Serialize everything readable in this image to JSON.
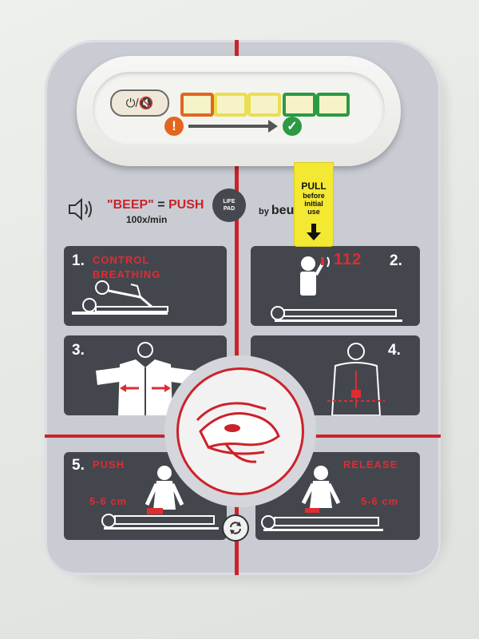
{
  "device": {
    "power_label": "⏻/🔇",
    "led_colors": [
      "#e2661f",
      "#e9df52",
      "#e9df52",
      "#2c9a42",
      "#2c9a42"
    ],
    "status_bad_symbol": "!",
    "status_ok_symbol": "✓"
  },
  "pull_tab": {
    "title": "PULL",
    "line1": "before",
    "line2": "initial",
    "line3": "use"
  },
  "instructions": {
    "beep_text": "\"BEEP\"",
    "equals_text": "=",
    "push_text": "PUSH",
    "rate_text": "100x/min"
  },
  "brand": {
    "logo_line1": "LIFE",
    "logo_line2": "PAD",
    "by_text": "by",
    "name": "beu"
  },
  "steps": [
    {
      "number": "1.",
      "text_line1": "CONTROL",
      "text_line2": "BREATHING"
    },
    {
      "number": "2.",
      "emergency_number": "112"
    },
    {
      "number": "3."
    },
    {
      "number": "4."
    },
    {
      "number": "5.",
      "action": "PUSH",
      "depth": "5-6 cm"
    },
    {
      "action": "RELEASE",
      "depth": "5-6 cm"
    }
  ],
  "colors": {
    "accent_red": "#cc2229",
    "panel": "#44464d",
    "pad": "#c9ccd3",
    "tab_yellow": "#f3e832"
  }
}
